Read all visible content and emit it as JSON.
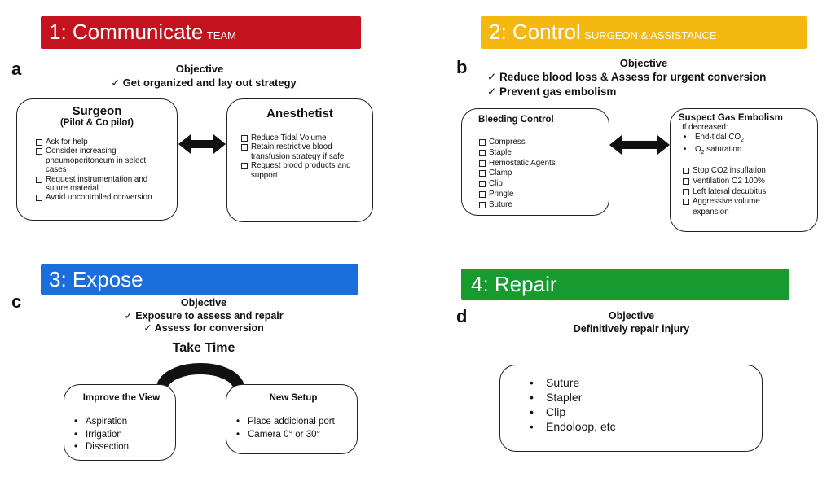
{
  "panel1": {
    "banner_main": "1: Communicate",
    "banner_sub": "TEAM",
    "banner_color": "#c4121e",
    "letter": "a",
    "objective_title": "Objective",
    "objective": "✓ Get organized and lay out strategy",
    "surgeon": {
      "title": "Surgeon",
      "subtitle": "(Pilot & Co pilot)",
      "items": [
        "Ask for help",
        "Consider increasing pneumoperitoneum in select cases",
        "Request instrumentation and suture material",
        "Avoid uncontrolled conversion"
      ]
    },
    "anesthetist": {
      "title": "Anesthetist",
      "items": [
        "Reduce Tidal Volume",
        "Retain restrictive blood transfusion strategy if safe",
        "Request blood products and support"
      ]
    }
  },
  "panel2": {
    "banner_main": "2: Control",
    "banner_sub": "SURGEON & ASSISTANCE",
    "banner_color": "#f5b80f",
    "letter": "b",
    "objective_title": "Objective",
    "objectives": [
      "✓ Reduce blood loss & Assess for urgent conversion",
      "✓ Prevent gas embolism"
    ],
    "bleeding": {
      "title": "Bleeding Control",
      "items": [
        "Compress",
        "Staple",
        "Hemostatic Agents",
        "Clamp",
        "Clip",
        "Pringle",
        "Suture"
      ]
    },
    "gas": {
      "title": "Suspect Gas Embolism",
      "if_decreased": "If decreased:",
      "bullet1": "End-tidal CO",
      "bullet1_sub": "2",
      "bullet2_pre": "O",
      "bullet2_sub": "2",
      "bullet2_post": " saturation",
      "items": [
        "Stop CO2 insuflation",
        "Ventilation O2 100%",
        "Left lateral decubitus",
        "Aggressive volume expansion"
      ]
    }
  },
  "panel3": {
    "banner_main": "3: Expose",
    "banner_color": "#1b6fdc",
    "letter": "c",
    "objective_title": "Objective",
    "objectives": [
      "✓ Exposure to assess and repair",
      "✓ Assess for conversion"
    ],
    "take_time": "Take Time",
    "improve": {
      "title": "Improve the View",
      "items": [
        "Aspiration",
        "Irrigation",
        "Dissection"
      ]
    },
    "setup": {
      "title": "New Setup",
      "items": [
        "Place addicional port",
        "Camera 0° or 30°"
      ]
    }
  },
  "panel4": {
    "banner_main": "4: Repair",
    "banner_color": "#179a2e",
    "letter": "d",
    "objective_title": "Objective",
    "objective": "Definitively repair injury",
    "items": [
      "Suture",
      "Stapler",
      "Clip",
      "Endoloop, etc"
    ]
  }
}
